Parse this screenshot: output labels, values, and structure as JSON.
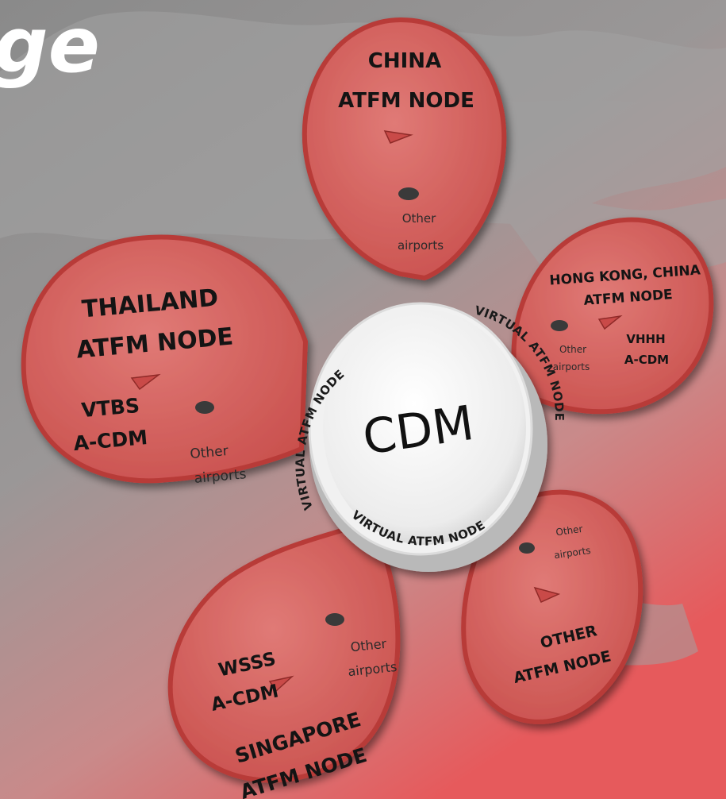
{
  "header": {
    "title_fragment": "ge"
  },
  "hub": {
    "label": "CDM",
    "ring_text": "VIRTUAL ATFM NODE"
  },
  "nodes": {
    "china": {
      "line1": "CHINA",
      "line2": "ATFM NODE",
      "other": [
        "Other",
        "airports"
      ]
    },
    "hongkong": {
      "line1": "HONG KONG, CHINA",
      "line2": "ATFM NODE",
      "acdm": [
        "VHHH",
        "A-CDM"
      ],
      "other": [
        "Other",
        "airports"
      ]
    },
    "thailand": {
      "line1": "THAILAND",
      "line2": "ATFM NODE",
      "acdm": [
        "VTBS",
        "A-CDM"
      ],
      "other": [
        "Other",
        "airports"
      ]
    },
    "singapore": {
      "line1": "SINGAPORE",
      "line2": "ATFM NODE",
      "acdm": [
        "WSSS",
        "A-CDM"
      ],
      "other": [
        "Other",
        "airports"
      ]
    },
    "other": {
      "line1": "OTHER",
      "line2": "ATFM NODE",
      "other": [
        "Other",
        "airports"
      ]
    }
  },
  "colors": {
    "petal_fill": "#d9605c",
    "petal_edge": "#b83a38",
    "hub_fill": "#f3f3f3",
    "background_top": "#8d8d8d",
    "background_bottom": "#e4575a"
  },
  "icons": [
    "plane-icon",
    "airport-dot-icon"
  ]
}
